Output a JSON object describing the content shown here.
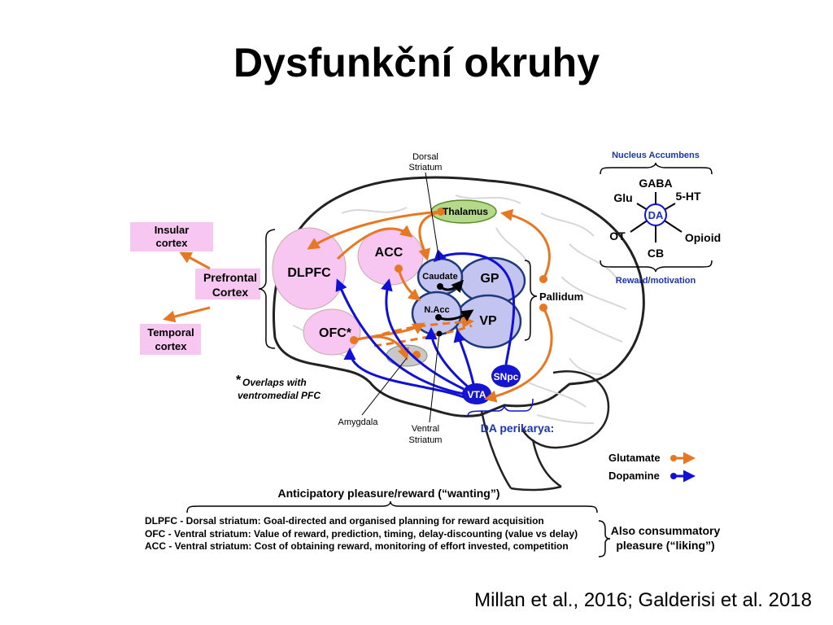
{
  "slide": {
    "title": "Dysfunkční okruhy",
    "citation": "Millan et al., 2016; Galderisi et al. 2018"
  },
  "labels": {
    "dorsal_striatum_1": "Dorsal",
    "dorsal_striatum_2": "Striatum",
    "thalamus": "Thalamus",
    "insular_1": "Insular",
    "insular_2": "cortex",
    "prefrontal_1": "Prefrontal",
    "prefrontal_2": "Cortex",
    "temporal_1": "Temporal",
    "temporal_2": "cortex",
    "dlpfc": "DLPFC",
    "acc": "ACC",
    "ofc": "OFC*",
    "caudate": "Caudate",
    "gp": "GP",
    "nacc": "N.Acc",
    "vp": "VP",
    "pallidum": "Pallidum",
    "snpc": "SNpc",
    "vta": "VTA",
    "da_perikarya": "DA perikarya:",
    "ventromedial_note_1": "Overlaps with",
    "ventromedial_note_2": "ventromedial PFC",
    "amygdala": "Amygdala",
    "ventral_striatum_1": "Ventral",
    "ventral_striatum_2": "Striatum"
  },
  "inset": {
    "title": "Nucleus Accumbens",
    "center": "DA",
    "gaba": "GABA",
    "glu": "Glu",
    "ht5": "5-HT",
    "ot": "OT",
    "opioid": "Opioid",
    "cb": "CB",
    "footer": "Reward/motivation"
  },
  "legend": {
    "glutamate": "Glutamate",
    "dopamine": "Dopamine"
  },
  "colors": {
    "glutamate": "#e87722",
    "dopamine": "#1010d8",
    "pink_region": "#f7c6f1",
    "striatum_fill": "#c4c4f0",
    "striatum_stroke": "#1f3a7a",
    "thalamus_fill": "#b5d98a",
    "inset_title": "#1a35b0"
  },
  "bottom": {
    "anticipatory": "Anticipatory pleasure/reward (“wanting”)",
    "line1": "DLPFC - Dorsal striatum: Goal-directed and organised planning for reward acquisition",
    "line2": "OFC - Ventral striatum: Value of reward, prediction, timing, delay-discounting (value vs delay)",
    "line3": "ACC - Ventral striatum: Cost of obtaining reward, monitoring of effort invested, competition",
    "consummatory_1": "Also consummatory",
    "consummatory_2": "pleasure (“liking”)"
  }
}
